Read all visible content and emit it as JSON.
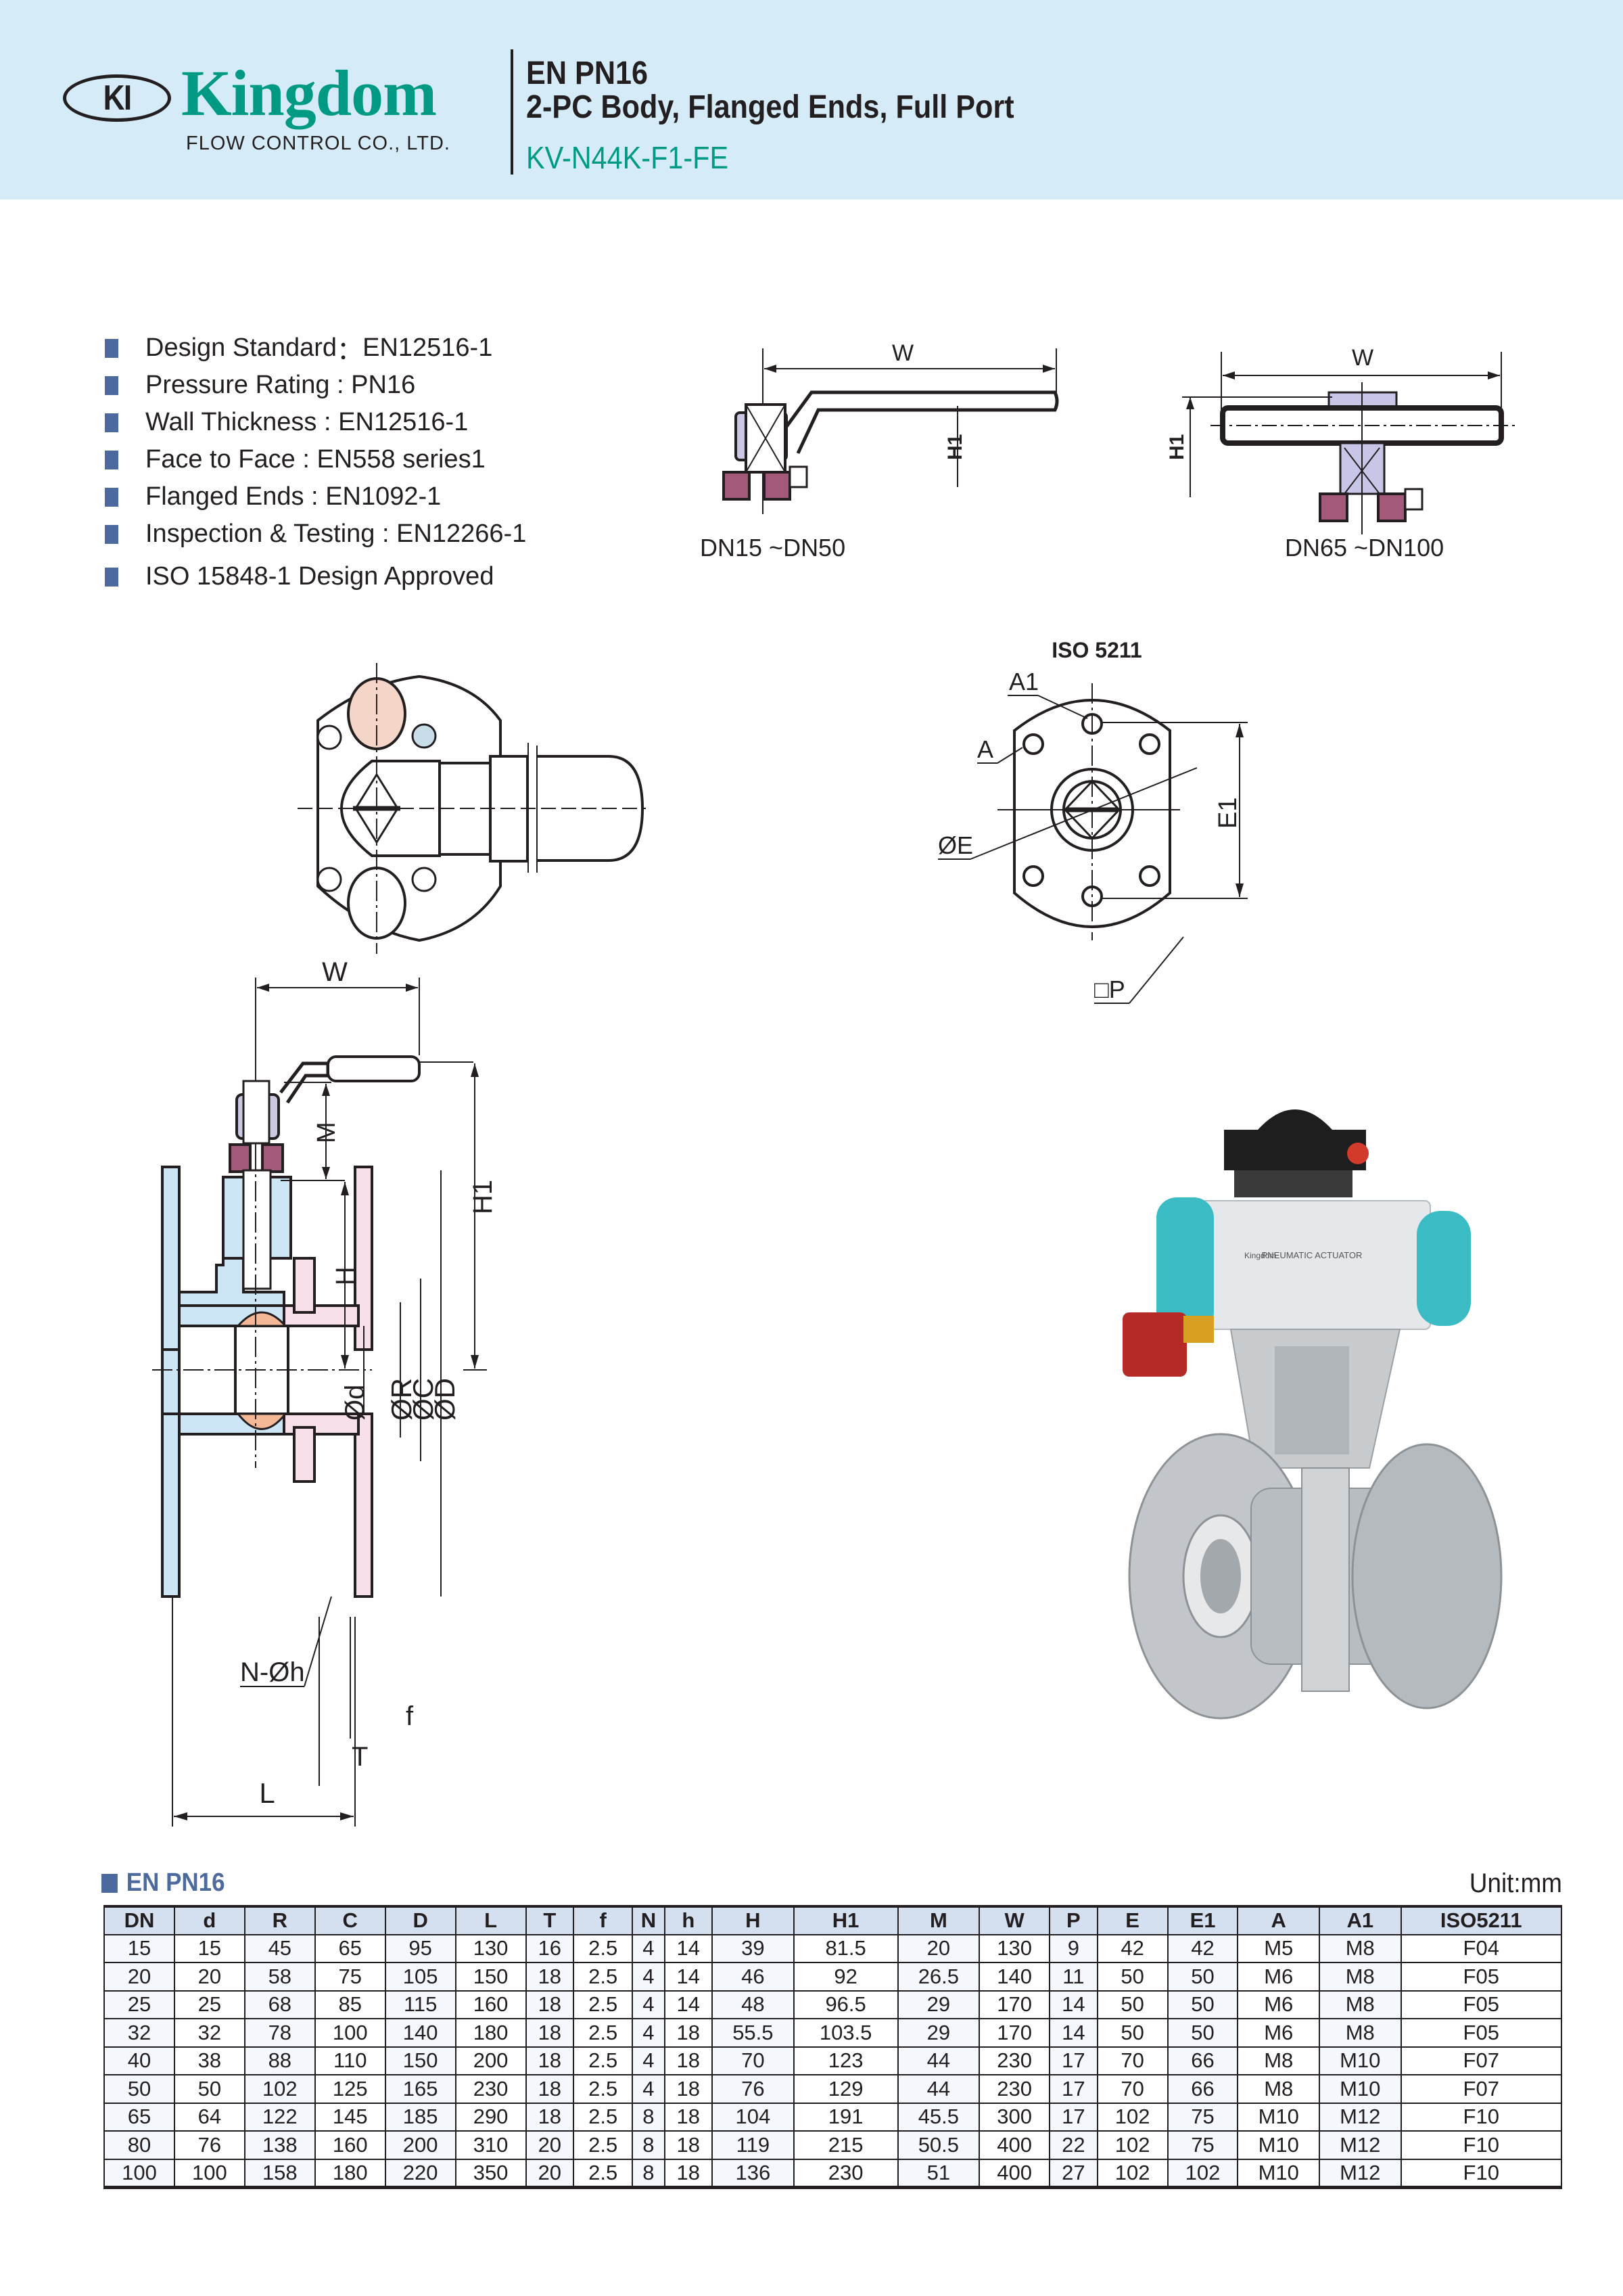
{
  "header": {
    "logo_mark": "KI",
    "brand_name": "Kingdom",
    "brand_subtitle": "FLOW CONTROL CO., LTD.",
    "standard": "EN PN16",
    "description": "2-PC Body, Flanged Ends, Full Port",
    "model": "KV-N44K-F1-FE",
    "colors": {
      "band": "#d5ebf8",
      "brand": "#009a84",
      "text": "#231f20",
      "accent": "#4d6a9e"
    }
  },
  "specs": [
    {
      "label": "Design Standard",
      "sep": "：",
      "value": "EN12516-1"
    },
    {
      "label": "Pressure Rating",
      "sep": " : ",
      "value": "PN16"
    },
    {
      "label": "Wall Thickness",
      "sep": " : ",
      "value": "EN12516-1"
    },
    {
      "label": "Face to Face",
      "sep": " : ",
      "value": "EN558 series1"
    },
    {
      "label": "Flanged Ends",
      "sep": " : ",
      "value": "EN1092-1"
    },
    {
      "label": "Inspection & Testing",
      "sep": " : ",
      "value": "EN12266-1"
    },
    {
      "label": "ISO 15848-1 Design Approved",
      "sep": "",
      "value": ""
    }
  ],
  "drawings": {
    "small_left": {
      "caption": "DN15 ~DN50",
      "dim_w": "W",
      "dim_h1": "H1"
    },
    "small_right": {
      "caption": "DN65 ~DN100",
      "dim_w": "W",
      "dim_h1": "H1"
    },
    "iso_pad": {
      "title": "ISO  5211",
      "labels": {
        "a1": "A1",
        "a": "A",
        "e": "ØE",
        "e1": "E1",
        "p": "□P"
      }
    },
    "section": {
      "labels": {
        "w": "W",
        "m": "M",
        "h1": "H1",
        "h": "H",
        "d": "Ød",
        "r": "ØR",
        "c": "ØC",
        "dd": "ØD",
        "nh": "N-Øh",
        "f": "f",
        "t": "T",
        "l": "L"
      }
    }
  },
  "photo": {
    "alt": "pneumatic actuated flanged ball valve",
    "actuator_label": "PNEUMATIC ACTUATOR",
    "actuator_brand": "Kingdom"
  },
  "table": {
    "title": "EN PN16",
    "unit": "Unit:mm",
    "columns": [
      "DN",
      "d",
      "R",
      "C",
      "D",
      "L",
      "T",
      "f",
      "N",
      "h",
      "H",
      "H1",
      "M",
      "W",
      "P",
      "E",
      "E1",
      "A",
      "A1",
      "ISO5211"
    ],
    "rows": [
      [
        "15",
        "15",
        "45",
        "65",
        "95",
        "130",
        "16",
        "2.5",
        "4",
        "14",
        "39",
        "81.5",
        "20",
        "130",
        "9",
        "42",
        "42",
        "M5",
        "M8",
        "F04"
      ],
      [
        "20",
        "20",
        "58",
        "75",
        "105",
        "150",
        "18",
        "2.5",
        "4",
        "14",
        "46",
        "92",
        "26.5",
        "140",
        "11",
        "50",
        "50",
        "M6",
        "M8",
        "F05"
      ],
      [
        "25",
        "25",
        "68",
        "85",
        "115",
        "160",
        "18",
        "2.5",
        "4",
        "14",
        "48",
        "96.5",
        "29",
        "170",
        "14",
        "50",
        "50",
        "M6",
        "M8",
        "F05"
      ],
      [
        "32",
        "32",
        "78",
        "100",
        "140",
        "180",
        "18",
        "2.5",
        "4",
        "18",
        "55.5",
        "103.5",
        "29",
        "170",
        "14",
        "50",
        "50",
        "M6",
        "M8",
        "F05"
      ],
      [
        "40",
        "38",
        "88",
        "110",
        "150",
        "200",
        "18",
        "2.5",
        "4",
        "18",
        "70",
        "123",
        "44",
        "230",
        "17",
        "70",
        "66",
        "M8",
        "M10",
        "F07"
      ],
      [
        "50",
        "50",
        "102",
        "125",
        "165",
        "230",
        "18",
        "2.5",
        "4",
        "18",
        "76",
        "129",
        "44",
        "230",
        "17",
        "70",
        "66",
        "M8",
        "M10",
        "F07"
      ],
      [
        "65",
        "64",
        "122",
        "145",
        "185",
        "290",
        "18",
        "2.5",
        "8",
        "18",
        "104",
        "191",
        "45.5",
        "300",
        "17",
        "102",
        "75",
        "M10",
        "M12",
        "F10"
      ],
      [
        "80",
        "76",
        "138",
        "160",
        "200",
        "310",
        "20",
        "2.5",
        "8",
        "18",
        "119",
        "215",
        "50.5",
        "400",
        "22",
        "102",
        "75",
        "M10",
        "M12",
        "F10"
      ],
      [
        "100",
        "100",
        "158",
        "180",
        "220",
        "350",
        "20",
        "2.5",
        "8",
        "18",
        "136",
        "230",
        "51",
        "400",
        "27",
        "102",
        "102",
        "M10",
        "M12",
        "F10"
      ]
    ]
  }
}
